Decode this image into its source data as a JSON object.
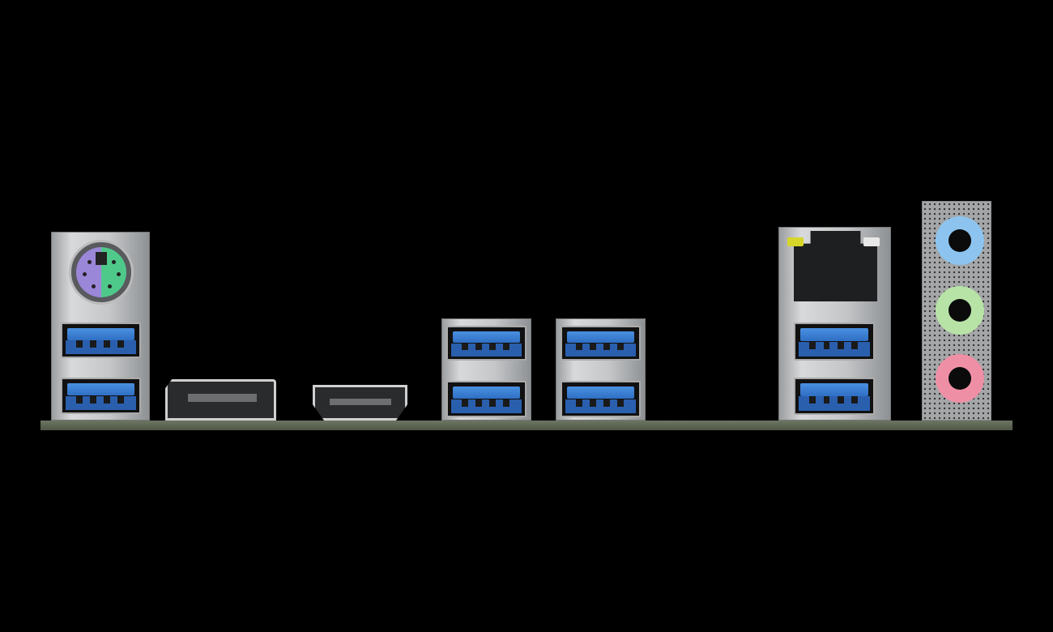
{
  "scene": {
    "background": "#000000",
    "pcb_color": "#5e6656",
    "usb_color": "#3a7fd5",
    "ps2_colors": {
      "keyboard": "#9b87d8",
      "mouse": "#4fc98a"
    },
    "audio_jack_colors": {
      "line_in": "#8cc4ef",
      "line_out": "#b7e3a6",
      "mic": "#ef8fa6"
    },
    "lan_led_colors": [
      "#d6d62a",
      "#e8e8e8"
    ]
  },
  "ports": [
    "ps2-combo-port",
    "usb-port",
    "usb-port",
    "displayport",
    "hdmi-port",
    "usb-port",
    "usb-port",
    "usb-port",
    "usb-port",
    "rj45-lan-port",
    "usb-port",
    "usb-port",
    "audio-jack-line-in",
    "audio-jack-line-out",
    "audio-jack-mic"
  ]
}
